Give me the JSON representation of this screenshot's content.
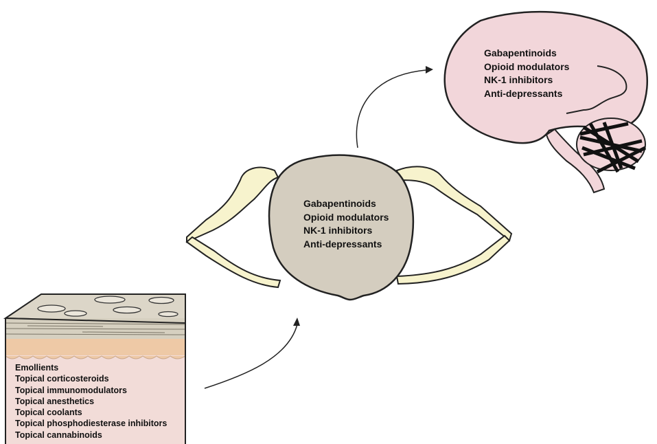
{
  "skin": {
    "label_items": [
      "Emollients",
      "Topical corticosteroids",
      "Topical immunomodulators",
      "Topical anesthetics",
      "Topical coolants",
      "Topical phosphodiesterase inhibitors",
      "Topical cannabinoids"
    ]
  },
  "spinal_cord": {
    "label_items": [
      "Gabapentinoids",
      "Opioid modulators",
      "NK-1 inhibitors",
      "Anti-depressants"
    ]
  },
  "brain": {
    "label_items": [
      "Gabapentinoids",
      "Opioid modulators",
      "NK-1 inhibitors",
      "Anti-depressants"
    ]
  },
  "colors": {
    "skin_stratum": "#dcd6c8",
    "skin_epidermis": "#eec9a6",
    "skin_dermis": "#f2dcd8",
    "cord_gray": "#d4cdbf",
    "nerve_cream": "#f7f3cd",
    "brain_pink": "#f2d6da",
    "outline": "#222222"
  }
}
